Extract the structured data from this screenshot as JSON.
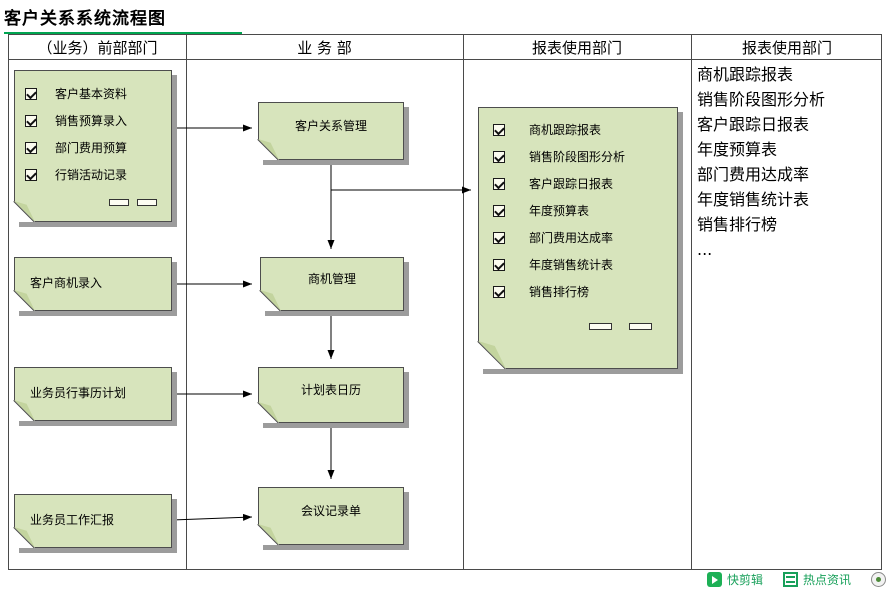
{
  "title": "客户关系系统流程图",
  "columns": [
    {
      "header": "（业务）前部部门"
    },
    {
      "header": "业 务 部"
    },
    {
      "header": "报表使用部门"
    },
    {
      "header": "报表使用部门"
    }
  ],
  "source_note": {
    "items": [
      "客户基本资料",
      "销售预算录入",
      "部门费用预算",
      "行销活动记录"
    ]
  },
  "input_notes": [
    {
      "label": "客户商机录入"
    },
    {
      "label": "业务员行事历计划"
    },
    {
      "label": "业务员工作汇报"
    }
  ],
  "process_notes": [
    {
      "label": "客户关系管理"
    },
    {
      "label": "商机管理"
    },
    {
      "label": "计划表日历"
    },
    {
      "label": "会议记录单"
    }
  ],
  "report_note": {
    "items": [
      "商机跟踪报表",
      "销售阶段图形分析",
      "客户跟踪日报表",
      "年度预算表",
      "部门费用达成率",
      "年度销售统计表",
      "销售排行榜"
    ]
  },
  "report_list": [
    "商机跟踪报表",
    "销售阶段图形分析",
    "客户跟踪日报表",
    "年度预算表",
    "部门费用达成率",
    "年度销售统计表",
    "销售排行榜",
    "..."
  ],
  "tray": {
    "quick_clip": "快剪辑",
    "hot_news": "热点资讯"
  },
  "colors": {
    "note_fill": "#d7e4bc",
    "note_border": "#4d4d4d",
    "note_shadow": "#9c9c9c",
    "grid_line": "#4a4a4a",
    "title_underline": "#00a551",
    "tray_green": "#18a05a"
  }
}
